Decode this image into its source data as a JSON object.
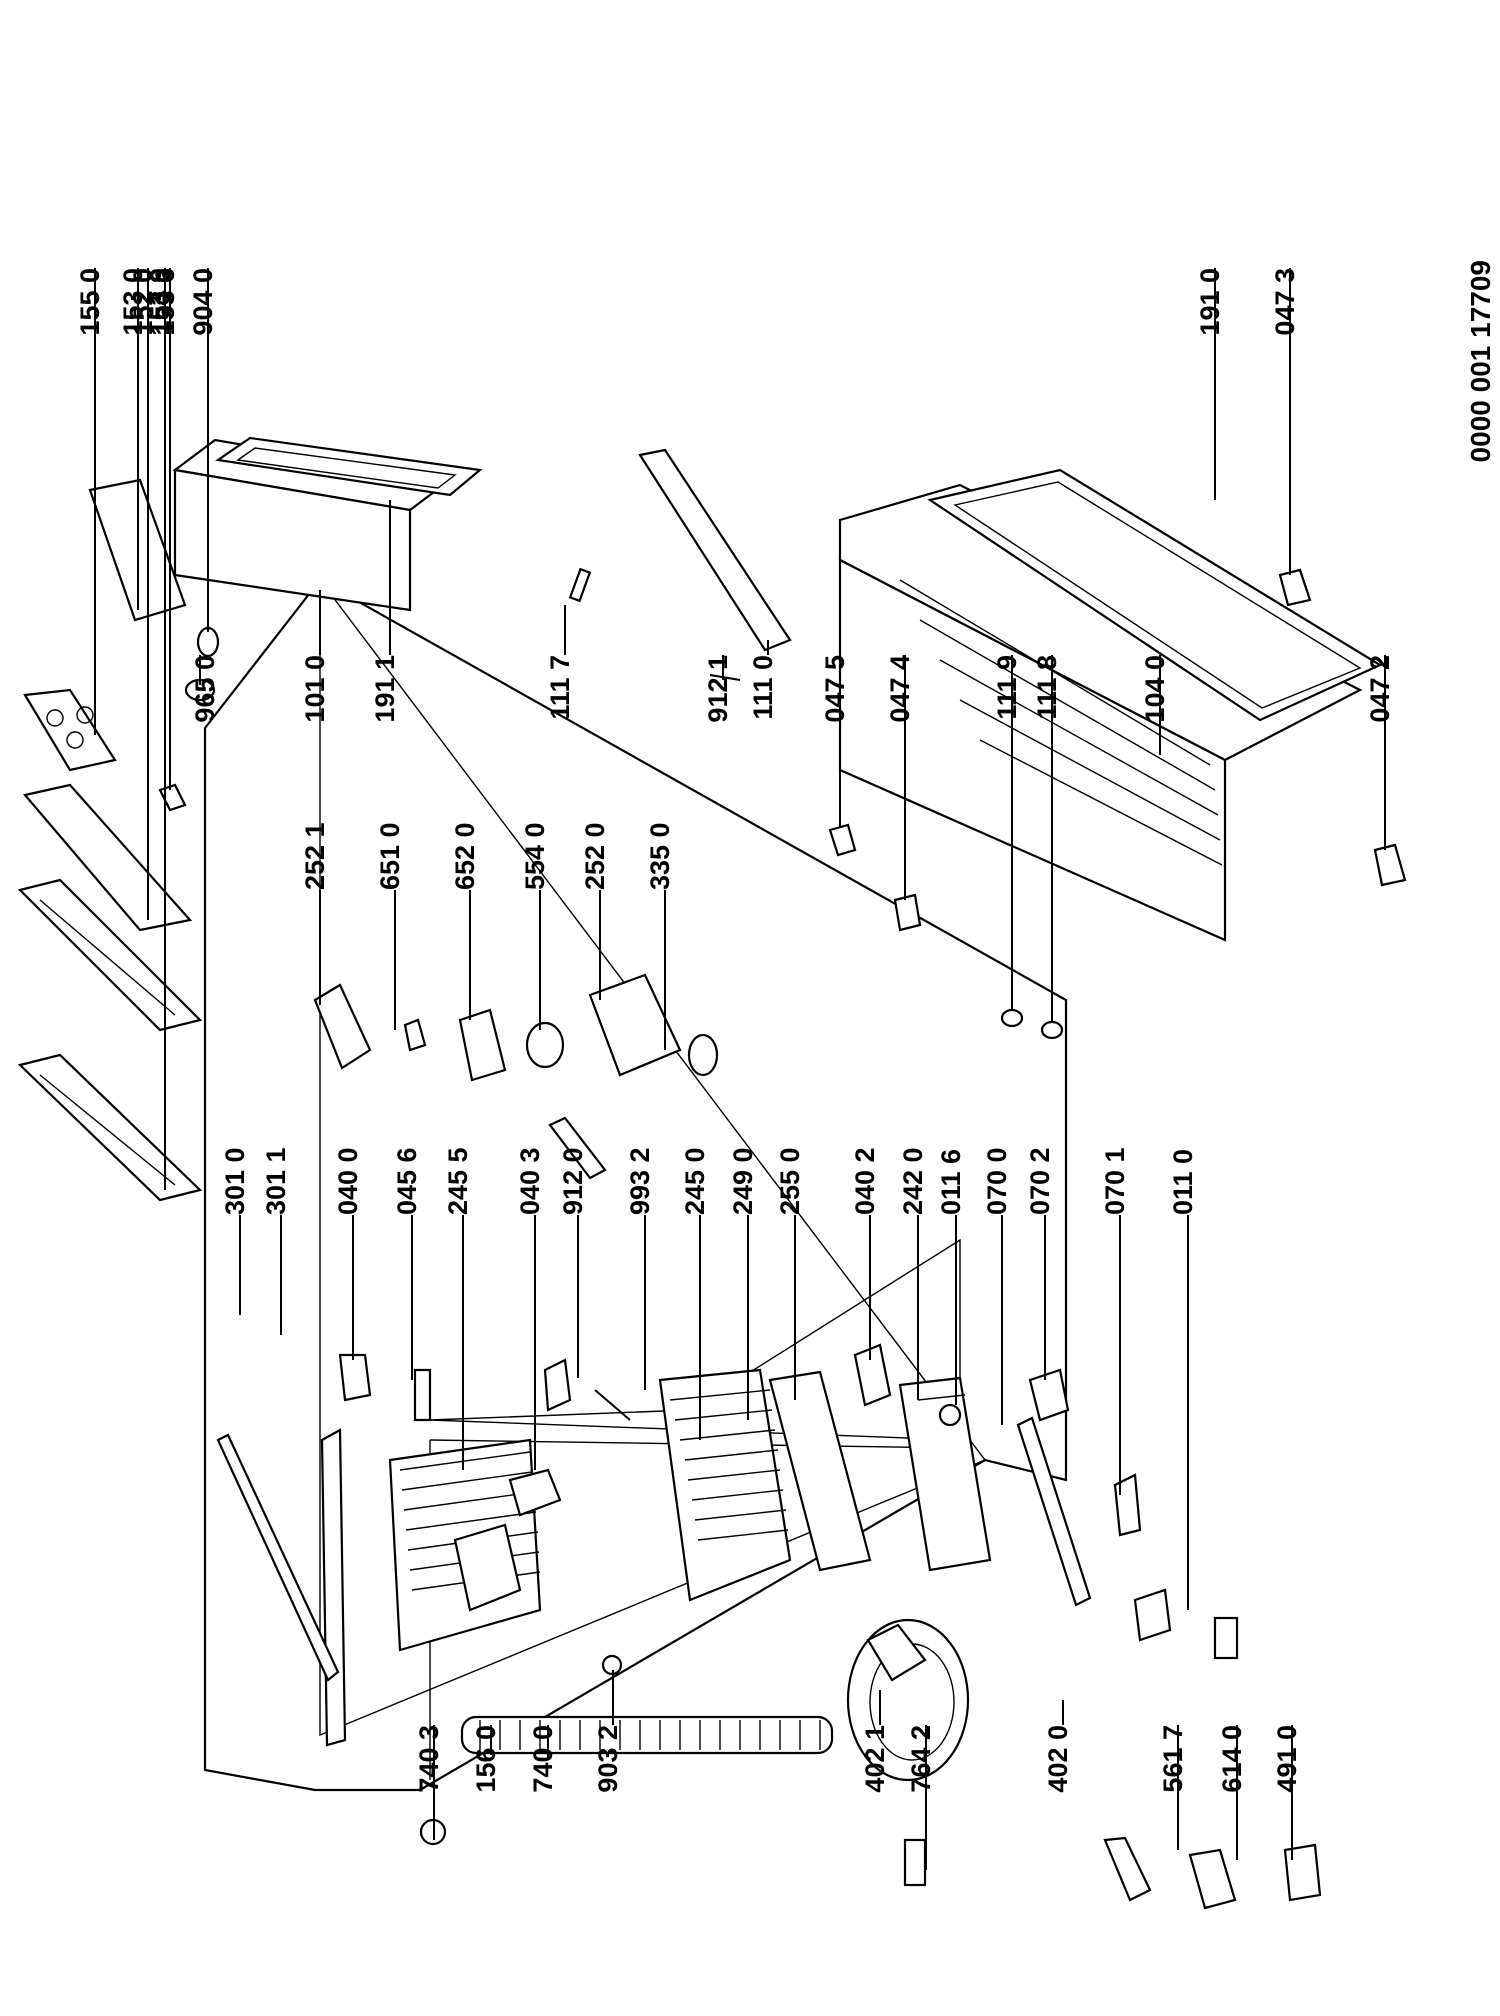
{
  "document_number": "0000 001 17709",
  "labels": {
    "p3010": "301 0",
    "p3011": "301 1",
    "p0400": "040 0",
    "p0456": "045 6",
    "p2455": "245 5",
    "p0403": "040 3",
    "p9120": "912 0",
    "p9932": "993 2",
    "p2450": "245 0",
    "p2490": "249 0",
    "p2550": "255 0",
    "p0402": "040 2",
    "p2420": "242 0",
    "p0116": "011 6",
    "p0700": "070 0",
    "p0702": "070 2",
    "p0701": "070 1",
    "p0110": "011 0",
    "p7403": "740 3",
    "p1560": "156 0",
    "p7400": "740 0",
    "p9032": "903 2",
    "p4021": "402 1",
    "p7642": "764 2",
    "p4020": "402 0",
    "p5617": "561 7",
    "p6140": "614 0",
    "p4910": "491 0",
    "p2521": "252 1",
    "p6510": "651 0",
    "p6520": "652 0",
    "p5540": "554 0",
    "p2520": "252 0",
    "p3350": "335 0",
    "p9650": "965 0",
    "p1010": "101 0",
    "p1911": "191 1",
    "p1117": "111 7",
    "p9121": "912 1",
    "p1110": "111 0",
    "p0475": "047 5",
    "p0474": "047 4",
    "p1119": "111 9",
    "p1118": "111 8",
    "p1040": "104 0",
    "p0472": "047 2",
    "p1530": "153 0",
    "p9040": "904 0",
    "p1550": "155 0",
    "p1536": "153 6",
    "p1520": "152 0",
    "p1533": "153 3",
    "p1540": "154 0",
    "p1910": "191 0",
    "p0473": "047 3"
  }
}
